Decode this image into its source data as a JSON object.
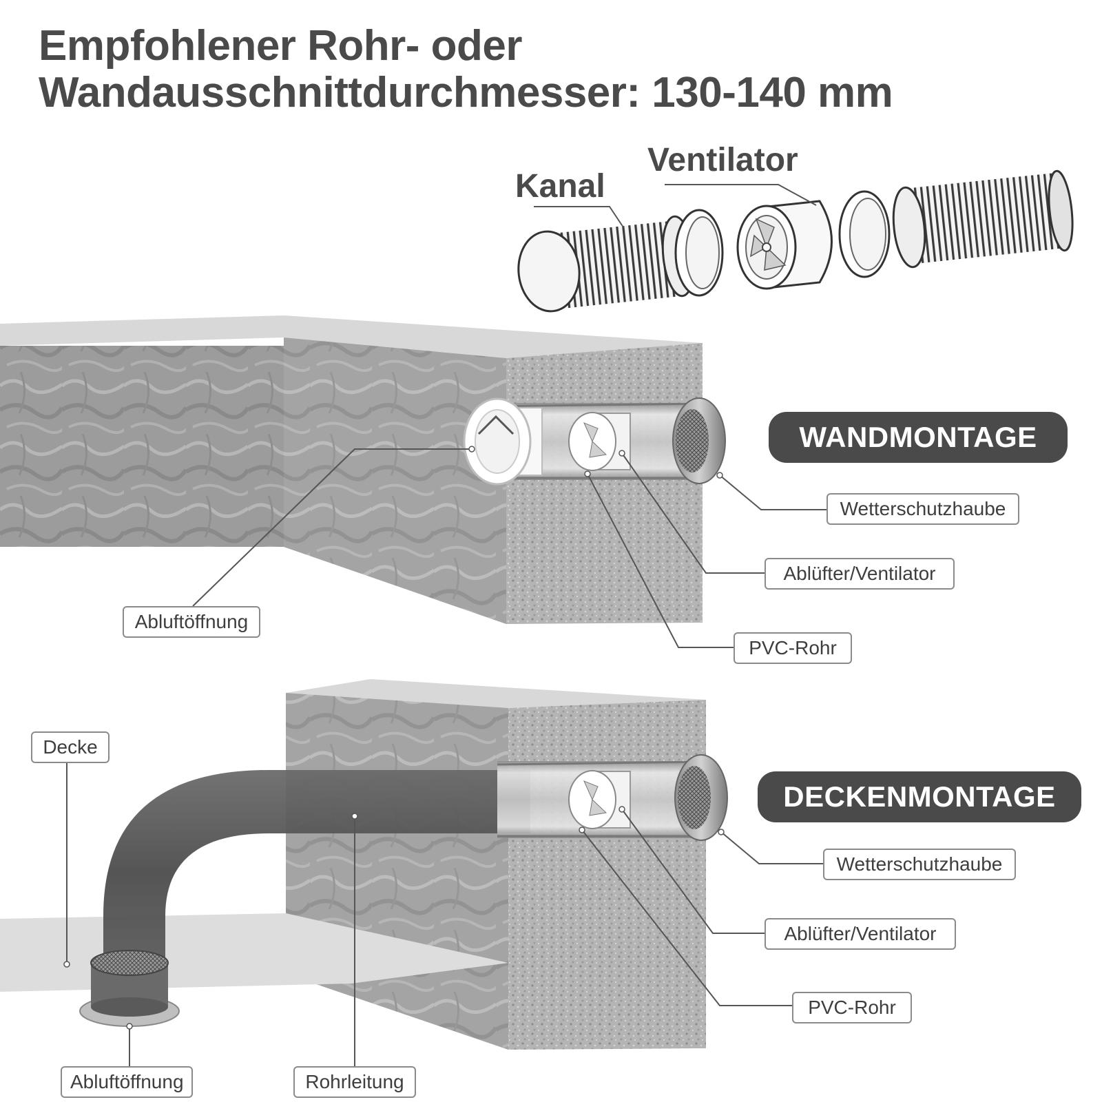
{
  "title": {
    "line1": "Empfohlener Rohr- oder",
    "line2": "Wandausschnittdurchmesser: 130-140 mm"
  },
  "parts": {
    "kanal": "Kanal",
    "ventilator": "Ventilator"
  },
  "wall_section": {
    "badge": "WANDMONTAGE",
    "callouts": {
      "weather_hood": "Wetterschutzhaube",
      "exhaust_fan": "Ablüfter/Ventilator",
      "pvc_pipe": "PVC-Rohr",
      "exhaust_opening": "Abluftöffnung"
    }
  },
  "ceiling_section": {
    "badge": "DECKENMONTAGE",
    "callouts": {
      "ceiling": "Decke",
      "weather_hood": "Wetterschutzhaube",
      "exhaust_fan": "Ablüfter/Ventilator",
      "pvc_pipe": "PVC-Rohr",
      "exhaust_opening": "Abluftöffnung",
      "pipeline": "Rohrleitung"
    }
  },
  "colors": {
    "text": "#4a4a4a",
    "badge_bg": "#4a4a4a",
    "badge_text": "#ffffff",
    "wall_face": "#9a9a9a",
    "wall_cut": "#b8b8b8",
    "pipe_dark": "#555555"
  }
}
